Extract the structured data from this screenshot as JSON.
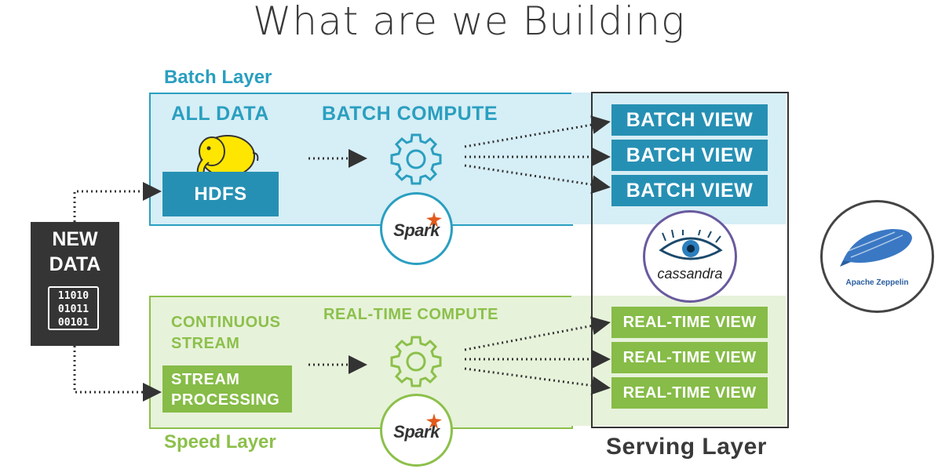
{
  "title": "What are we Building",
  "batch_layer": {
    "label": "Batch Layer",
    "all_data": "ALL DATA",
    "compute": "BATCH COMPUTE",
    "storage": "HDFS",
    "views": [
      "BATCH VIEW",
      "BATCH VIEW",
      "BATCH VIEW"
    ]
  },
  "speed_layer": {
    "label": "Speed Layer",
    "stream_line1": "CONTINUOUS",
    "stream_line2": "STREAM",
    "compute": "REAL-TIME COMPUTE",
    "processing_line1": "STREAM",
    "processing_line2": "PROCESSING",
    "views": [
      "REAL-TIME VIEW",
      "REAL-TIME VIEW",
      "REAL-TIME VIEW"
    ]
  },
  "serving_layer": {
    "label": "Serving Layer"
  },
  "new_data": {
    "line1": "NEW",
    "line2": "DATA",
    "binary": [
      "11010",
      "01011",
      "00101"
    ]
  },
  "logos": {
    "spark": "Spark",
    "cassandra": "cassandra",
    "zeppelin": "Apache Zeppelin"
  },
  "colors": {
    "batch": "#2a9fc0",
    "speed": "#8cc04b",
    "serving": "#333333"
  }
}
